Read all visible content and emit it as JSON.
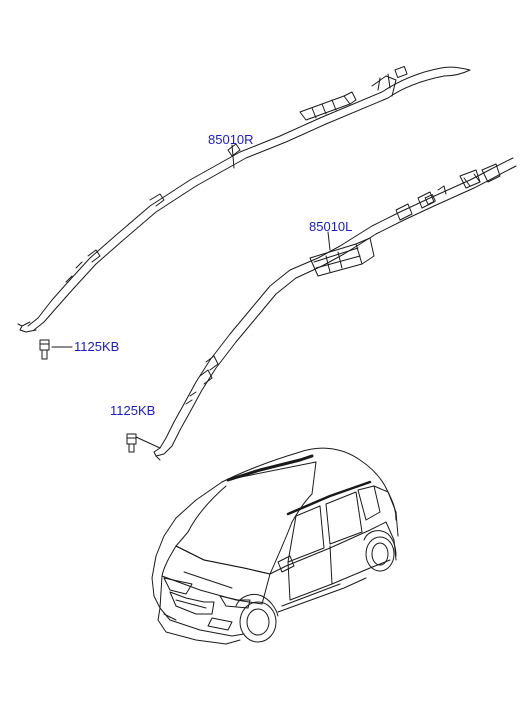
{
  "parts": [
    {
      "key": "airbag_right",
      "number": "85010R"
    },
    {
      "key": "airbag_left",
      "number": "85010L"
    },
    {
      "key": "bolt_right",
      "number": "1125KB"
    },
    {
      "key": "bolt_left",
      "number": "1125KB"
    }
  ],
  "colors": {
    "line": "#1a1a1a",
    "label": "#1a1acc",
    "background": "#ffffff"
  }
}
